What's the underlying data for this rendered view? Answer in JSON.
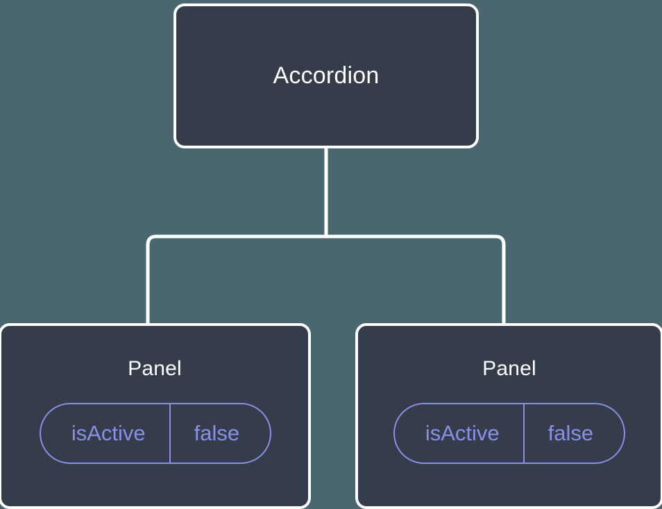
{
  "canvas": {
    "background_color": "#4a676f",
    "node_fill_color": "#353c4a",
    "node_border_color": "#ffffff",
    "connector_color": "#ffffff",
    "prop_accent_color": "#8b8fe8"
  },
  "tree": {
    "root": {
      "label": "Accordion"
    },
    "children": [
      {
        "label": "Panel",
        "props": [
          {
            "key": "isActive",
            "value": "false"
          }
        ]
      },
      {
        "label": "Panel",
        "props": [
          {
            "key": "isActive",
            "value": "false"
          }
        ]
      }
    ]
  }
}
